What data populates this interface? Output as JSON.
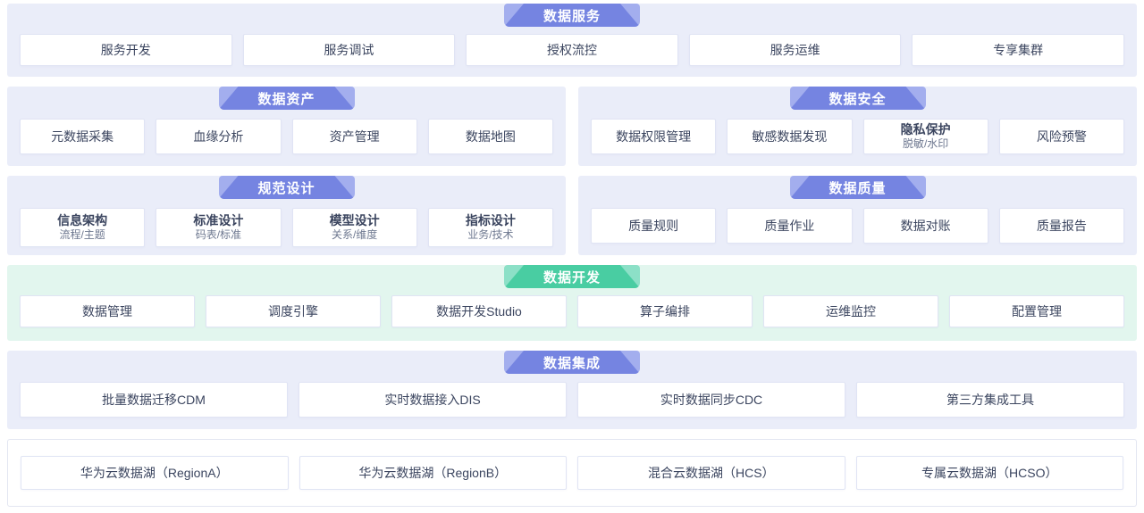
{
  "palette": {
    "section_bg": "#eaedf9",
    "dev_section_bg": "#e2f6ee",
    "ribbon_purple": "#7584e1",
    "ribbon_purple_light": "#a3aeee",
    "ribbon_green": "#49cda2",
    "ribbon_green_light": "#8ce0c7",
    "box_border": "#e0e4f4",
    "text_color": "#3b455f",
    "subtext_color": "#6e7890"
  },
  "sections": {
    "service": {
      "title": "数据服务",
      "items": [
        "服务开发",
        "服务调试",
        "授权流控",
        "服务运维",
        "专享集群"
      ]
    },
    "asset": {
      "title": "数据资产",
      "items": [
        "元数据采集",
        "血缘分析",
        "资产管理",
        "数据地图"
      ]
    },
    "security": {
      "title": "数据安全",
      "items": [
        "数据权限管理",
        "敏感数据发现",
        {
          "label": "隐私保护",
          "sub": "脱敏/水印"
        },
        "风险预警"
      ]
    },
    "design": {
      "title": "规范设计",
      "items": [
        {
          "label": "信息架构",
          "sub": "流程/主题"
        },
        {
          "label": "标准设计",
          "sub": "码表/标准"
        },
        {
          "label": "模型设计",
          "sub": "关系/维度"
        },
        {
          "label": "指标设计",
          "sub": "业务/技术"
        }
      ]
    },
    "quality": {
      "title": "数据质量",
      "items": [
        "质量规则",
        "质量作业",
        "数据对账",
        "质量报告"
      ]
    },
    "develop": {
      "title": "数据开发",
      "items": [
        "数据管理",
        "调度引擎",
        "数据开发Studio",
        "算子编排",
        "运维监控",
        "配置管理"
      ]
    },
    "integration": {
      "title": "数据集成",
      "items": [
        "批量数据迁移CDM",
        "实时数据接入DIS",
        "实时数据同步CDC",
        "第三方集成工具"
      ]
    },
    "datalake": {
      "items": [
        "华为云数据湖（RegionA）",
        "华为云数据湖（RegionB）",
        "混合云数据湖（HCS）",
        "专属云数据湖（HCSO）"
      ]
    }
  }
}
